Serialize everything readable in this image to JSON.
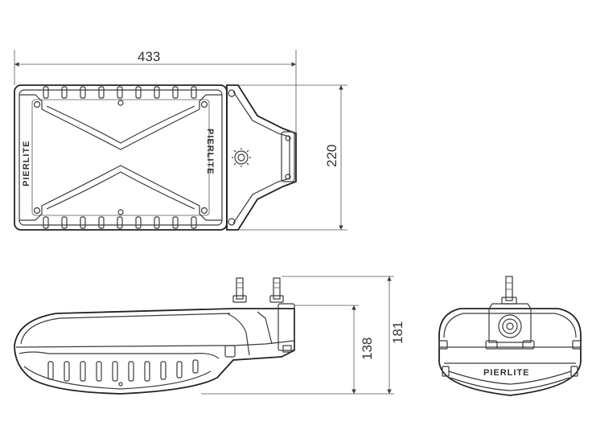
{
  "dimensions": {
    "length": "433",
    "width": "220",
    "height_body": "138",
    "height_total": "181"
  },
  "brand": {
    "name": "PIERLITE"
  },
  "colors": {
    "line": "#3a3a3a",
    "background": "#ffffff"
  }
}
